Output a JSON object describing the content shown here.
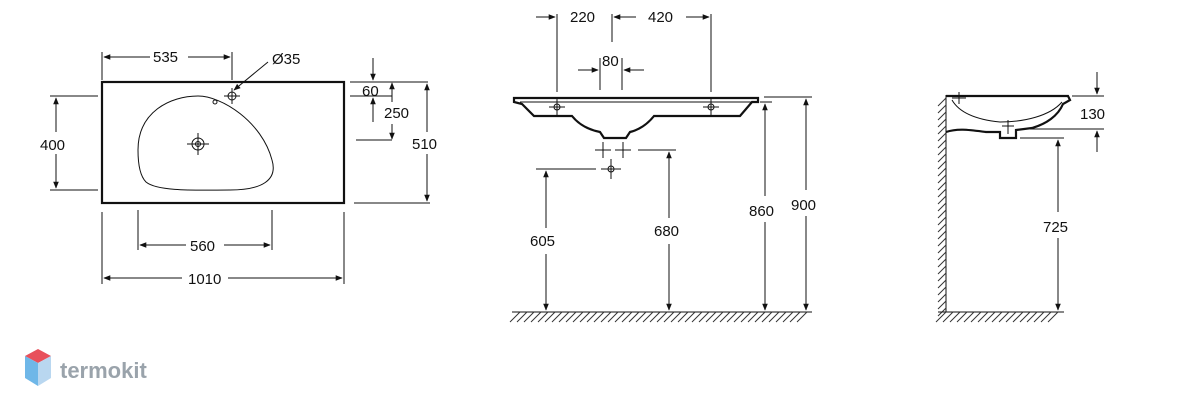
{
  "dims": {
    "top": {
      "a535": "535",
      "diam35": "Ø35",
      "a60": "60",
      "a250": "250",
      "a400": "400",
      "a510": "510",
      "a560": "560",
      "a1010": "1010"
    },
    "front": {
      "a220": "220",
      "a420": "420",
      "a80": "80",
      "a605": "605",
      "a680": "680",
      "a860": "860",
      "a900": "900"
    },
    "side": {
      "a130": "130",
      "a725": "725"
    }
  },
  "logo": {
    "text": "termokit",
    "colors": [
      "#e8505b",
      "#6fb7e8",
      "#b9d7f0"
    ]
  }
}
